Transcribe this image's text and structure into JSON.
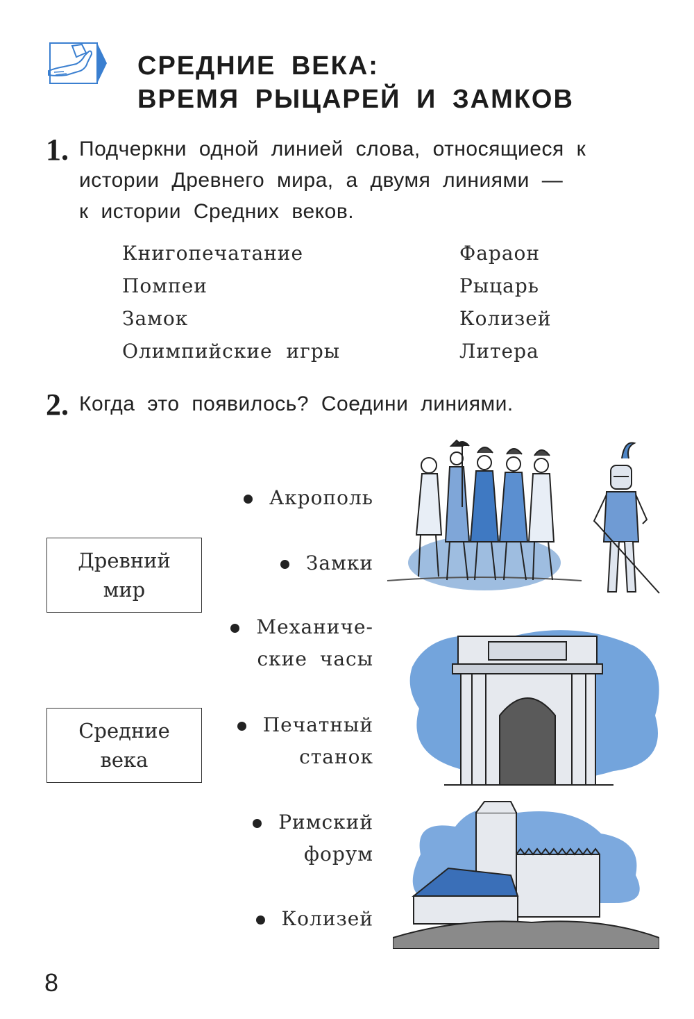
{
  "header": {
    "title_line1": "СРЕДНИЕ ВЕКА:",
    "title_line2": "ВРЕМЯ РЫЦАРЕЙ И ЗАМКОВ",
    "icon": "writing-hand-icon",
    "accent_color": "#3a7fd0"
  },
  "task1": {
    "number": "1.",
    "line1": "Подчеркни одной линией слова, относящиеся к",
    "line2": "истории Древнего мира, а двумя линиями —",
    "line3": "к истории Средних веков.",
    "words_left": [
      "Книгопечатание",
      "Помпеи",
      "Замок",
      "Олимпийские игры"
    ],
    "words_right": [
      "Фараон",
      "Рыцарь",
      "Колизей",
      "Литера"
    ]
  },
  "task2": {
    "number": "2.",
    "text": "Когда это появилось? Соедини линиями.",
    "eras": [
      {
        "line1": "Древний",
        "line2": "мир"
      },
      {
        "line1": "Средние",
        "line2": "века"
      }
    ],
    "items": [
      {
        "line1": "Акрополь"
      },
      {
        "line1": "Замки"
      },
      {
        "line1": "Механиче-",
        "line2": "ские часы"
      },
      {
        "line1": "Печатный",
        "line2": "станок"
      },
      {
        "line1": "Римский",
        "line2": "форум"
      },
      {
        "line1": "Колизей"
      }
    ],
    "illustrations": [
      "roman-soldiers-illustration",
      "knight-illustration",
      "triumphal-arch-illustration",
      "castle-illustration"
    ]
  },
  "page_number": "8"
}
